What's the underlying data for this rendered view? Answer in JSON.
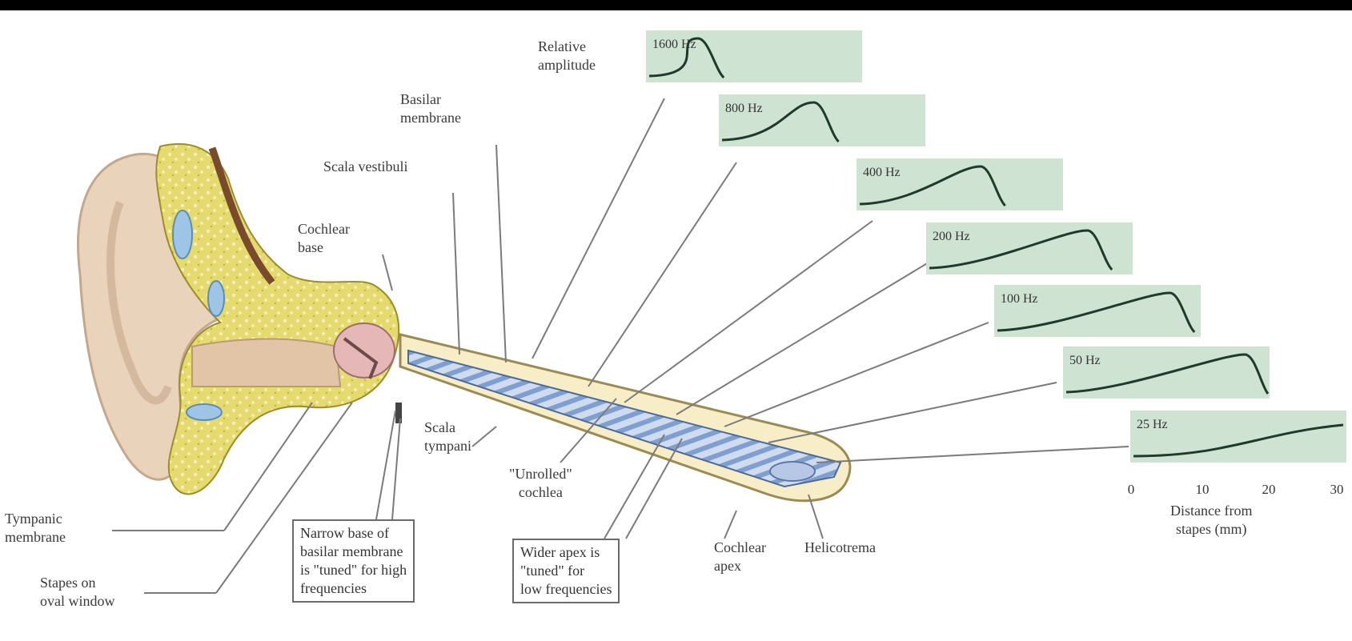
{
  "labels": {
    "relative_amplitude": "Relative\namplitude",
    "basilar_membrane": "Basilar\nmembrane",
    "scala_vestibuli": "Scala vestibuli",
    "cochlear_base": "Cochlear\nbase",
    "scala_tympani": "Scala\ntympani",
    "unrolled_cochlea": "\"Unrolled\"\ncochlea",
    "cochlear_apex": "Cochlear\napex",
    "helicotrema": "Helicotrema",
    "tympanic_membrane": "Tympanic\nmembrane",
    "stapes_on_oval_window": "Stapes on\noval window",
    "narrow_base_note": "Narrow base of\nbasilar membrane\nis \"tuned\" for high\nfrequencies",
    "wider_apex_note": "Wider apex is\n\"tuned\" for\nlow frequencies",
    "distance_axis": "Distance from\nstapes (mm)"
  },
  "panels": [
    {
      "label": "1600 Hz",
      "peak": 0.24
    },
    {
      "label": "800 Hz",
      "peak": 0.46
    },
    {
      "label": "400 Hz",
      "peak": 0.6
    },
    {
      "label": "200 Hz",
      "peak": 0.78
    },
    {
      "label": "100 Hz",
      "peak": 0.85
    },
    {
      "label": "50 Hz",
      "peak": 0.88
    },
    {
      "label": "25 Hz",
      "peak": 1.0
    }
  ],
  "axis_ticks": [
    "0",
    "10",
    "20",
    "30"
  ],
  "colors": {
    "panel_fill": "#cfe3d3",
    "curve": "#1f3a28",
    "ear_skin": "#e9d2bb",
    "bone": "#d8cf63",
    "membrane_stripe": "#8aa8d6",
    "cochlea_tube": "#f6ecc8",
    "leader_line": "#777777"
  }
}
